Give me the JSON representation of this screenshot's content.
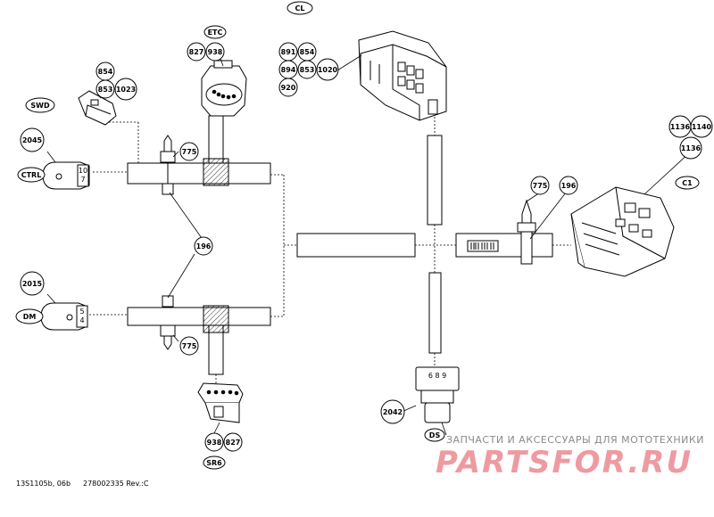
{
  "callouts": {
    "cl": "CL",
    "etc": "ETC",
    "swd": "SWD",
    "ctrl": "CTRL",
    "dm": "DM",
    "c1": "C1",
    "ds": "DS",
    "sr6": "SR6"
  },
  "parts": {
    "p827a": "827",
    "p938a": "938",
    "p854a": "854",
    "p853a": "853",
    "p1023": "1023",
    "p891": "891",
    "p854b": "854",
    "p894": "894",
    "p853b": "853",
    "p1020": "1020",
    "p920": "920",
    "p2045": "2045",
    "p775a": "775",
    "p196a": "196",
    "p2015": "2015",
    "p775b": "775",
    "p1136a": "1136",
    "p1140": "1140",
    "p1136b": "1136",
    "p775c": "775",
    "p196b": "196",
    "p2042": "2042",
    "p938b": "938",
    "p827b": "827"
  },
  "pin_labels": {
    "ctrl_top": "10",
    "ctrl_bot": "7",
    "dm_top": "5",
    "dm_bot": "4",
    "ds_pins": "6 8 9"
  },
  "footer": {
    "ref_left": "13S1105b, 06b",
    "ref_right": "278002335 Rev.:C"
  },
  "watermark": {
    "ru_text": "ЗАПЧАСТИ И АКСЕССУАРЫ ДЛЯ МОТОТЕХНИКИ",
    "logo_text": "PARTSFOR.RU"
  }
}
